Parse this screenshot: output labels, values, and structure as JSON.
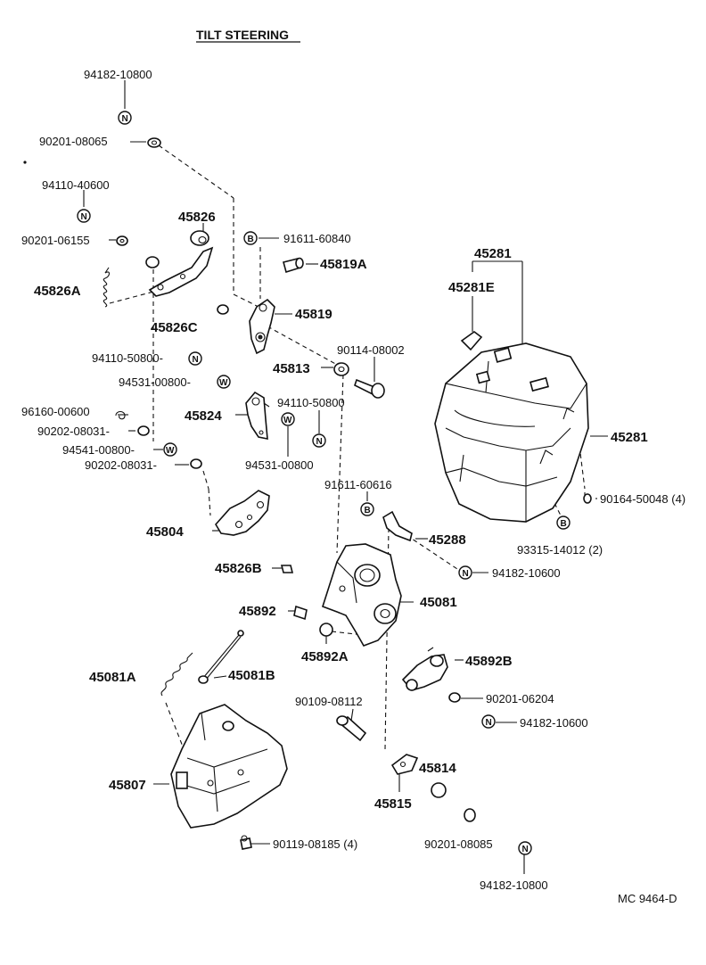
{
  "title": "TILT STEERING",
  "drawing_code": "MC 9464-D",
  "labels": {
    "p94182_10800_top": "94182-10800",
    "p90201_08065": "90201-08065",
    "p94110_40600": "94110-40600",
    "p90201_06155": "90201-06155",
    "p45826": "45826",
    "p91611_60840": "91611-60840",
    "p45819A": "45819A",
    "p45826A": "45826A",
    "p45826C": "45826C",
    "p45819": "45819",
    "p94110_50800_l": "94110-50800-",
    "p94531_00800_l": "94531-00800-",
    "p96160_00600": "96160-00600",
    "p90202_08031_a": "90202-08031-",
    "p94541_00800": "94541-00800-",
    "p90202_08031_b": "90202-08031-",
    "p45824": "45824",
    "p45813": "45813",
    "p90114_08002": "90114-08002",
    "p94110_50800_m": "94110-50800",
    "p94531_00800_m": "94531-00800",
    "p45281_top": "45281",
    "p45281E": "45281E",
    "p45281_right": "45281",
    "p90164_50048": "90164-50048 (4)",
    "p93315_14012": "93315-14012 (2)",
    "p91611_60616": "91611-60616",
    "p45288": "45288",
    "p94182_10600_a": "94182-10600",
    "p45804": "45804",
    "p45826B": "45826B",
    "p45081": "45081",
    "p45892": "45892",
    "p45892A": "45892A",
    "p45892B": "45892B",
    "p45081A": "45081A",
    "p45081B": "45081B",
    "p90109_08112": "90109-08112",
    "p90201_06204": "90201-06204",
    "p94182_10600_b": "94182-10600",
    "p45814": "45814",
    "p45807": "45807",
    "p45815": "45815",
    "p90119_08185": "90119-08185 (4)",
    "p90201_08085": "90201-08085",
    "p94182_10800_bottom": "94182-10800"
  },
  "markers": {
    "n": "N",
    "b": "B",
    "w": "W"
  }
}
